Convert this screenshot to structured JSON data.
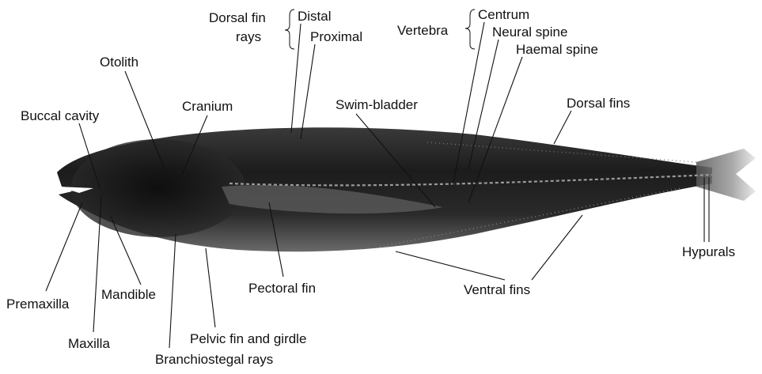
{
  "labels": {
    "dorsal_fin_rays_line1": "Dorsal fin",
    "dorsal_fin_rays_line2": "rays",
    "distal": "Distal",
    "proximal": "Proximal",
    "vertebra": "Vertebra",
    "centrum": "Centrum",
    "neural_spine": "Neural spine",
    "haemal_spine": "Haemal spine",
    "otolith": "Otolith",
    "cranium": "Cranium",
    "buccal_cavity": "Buccal cavity",
    "swim_bladder": "Swim-bladder",
    "dorsal_fins": "Dorsal fins",
    "hypurals": "Hypurals",
    "premaxilla": "Premaxilla",
    "mandible": "Mandible",
    "pectoral_fin": "Pectoral fin",
    "ventral_fins": "Ventral fins",
    "maxilla": "Maxilla",
    "pelvic_fin_and_girdle": "Pelvic fin and girdle",
    "branchiostegal_rays": "Branchiostegal rays"
  }
}
